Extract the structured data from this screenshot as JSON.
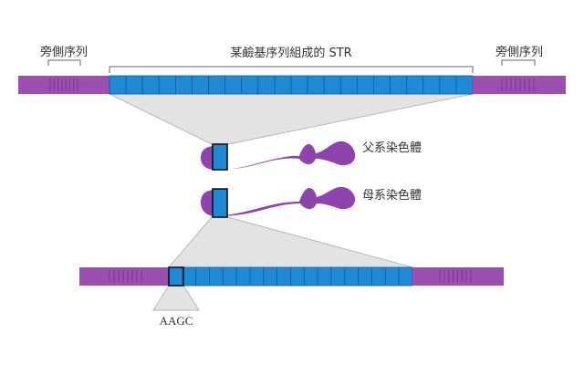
{
  "labels": {
    "flank_left": "旁側序列",
    "flank_right": "旁側序列",
    "str_caption": "某鹼基序列組成的 STR",
    "paternal": "父系染色體",
    "maternal": "母系染色體",
    "repeat_unit": "AAGC"
  },
  "repeat_counts": {
    "top_strand": 22,
    "bottom_strand": 18
  },
  "colors": {
    "flank": "#9b4fb0",
    "flank_stripe": "#7a3590",
    "repeat": "#1f8ad6",
    "repeat_border": "#0d5f9e",
    "chromosome": "#8e44ad",
    "funnel": "#e3e3e3",
    "funnel_edge": "#b8b8b8",
    "highlight_box": "#111111"
  }
}
